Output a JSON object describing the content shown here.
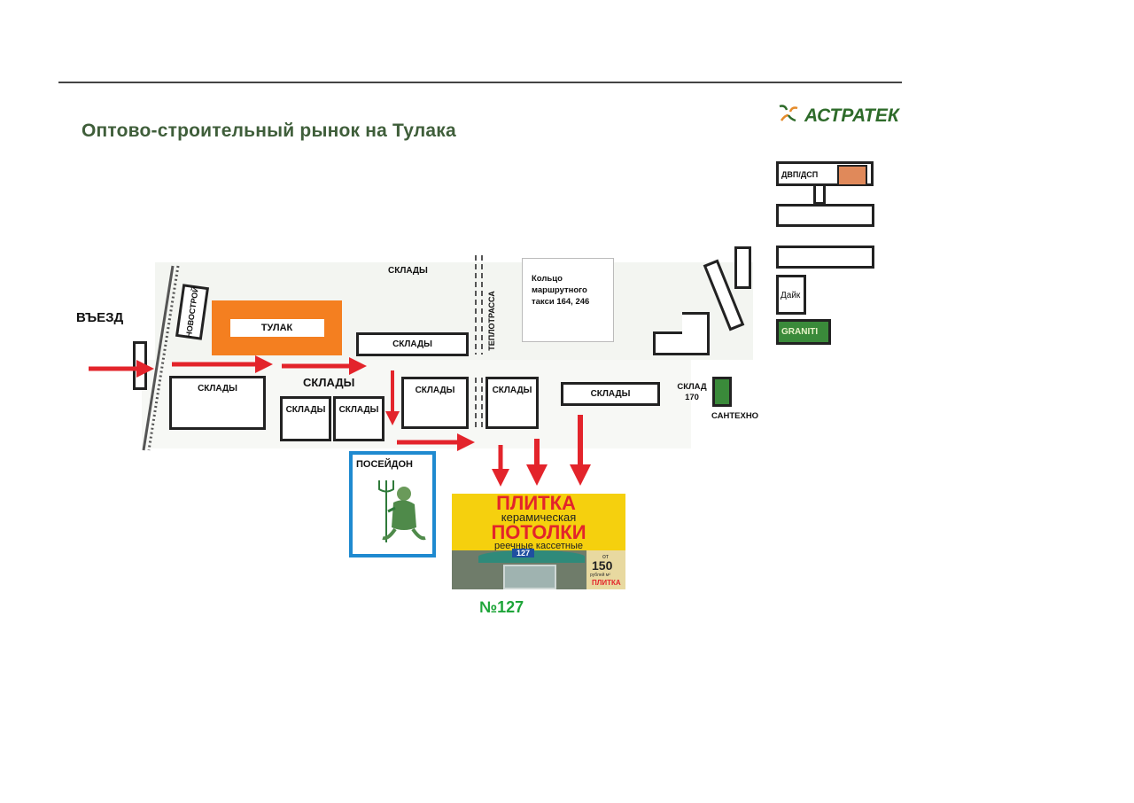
{
  "title": "Оптово-строительный рынок на Тулака",
  "logo": {
    "text": "АСТРАТЕК",
    "icon": "astratek-logo-icon"
  },
  "labels": {
    "entrance": "ВЪЕЗД",
    "novostroy": "НОВОСТРОЙ",
    "tulak": "ТУЛАК",
    "sklady": "СКЛАДЫ",
    "sklady_big": "СКЛАДЫ",
    "teplotrassa": "ТЕПЛОТРАССА",
    "taxi_ring": "Кольцо маршрутного такси 164, 246",
    "poseidon": "ПОСЕЙДОН",
    "dvp_dsp": "ДВП/ДСП",
    "dayk": "Дайк",
    "graniti": "GRANITI",
    "sklad_170": "СКЛАД 170",
    "santehno": "САНТЕХНО",
    "store_number": "№127"
  },
  "store_sign": {
    "line1": "ПЛИТКА",
    "line2": "керамическая",
    "line3": "ПОТОЛКИ",
    "line4": "реечные   кассетные",
    "door_number": "127",
    "price_from": "от",
    "price": "150",
    "price_unit": "рублей м²",
    "small_sign": "ПЛИТКА"
  },
  "colors": {
    "route_arrow": "#e3242b",
    "tulak_building": "#f47f20",
    "poseidon_border": "#1f8ad0",
    "green_building": "#3a8a3a",
    "dvp_block": "#e0895a",
    "title": "#3f5e3a",
    "store_number": "#1fa53a"
  }
}
